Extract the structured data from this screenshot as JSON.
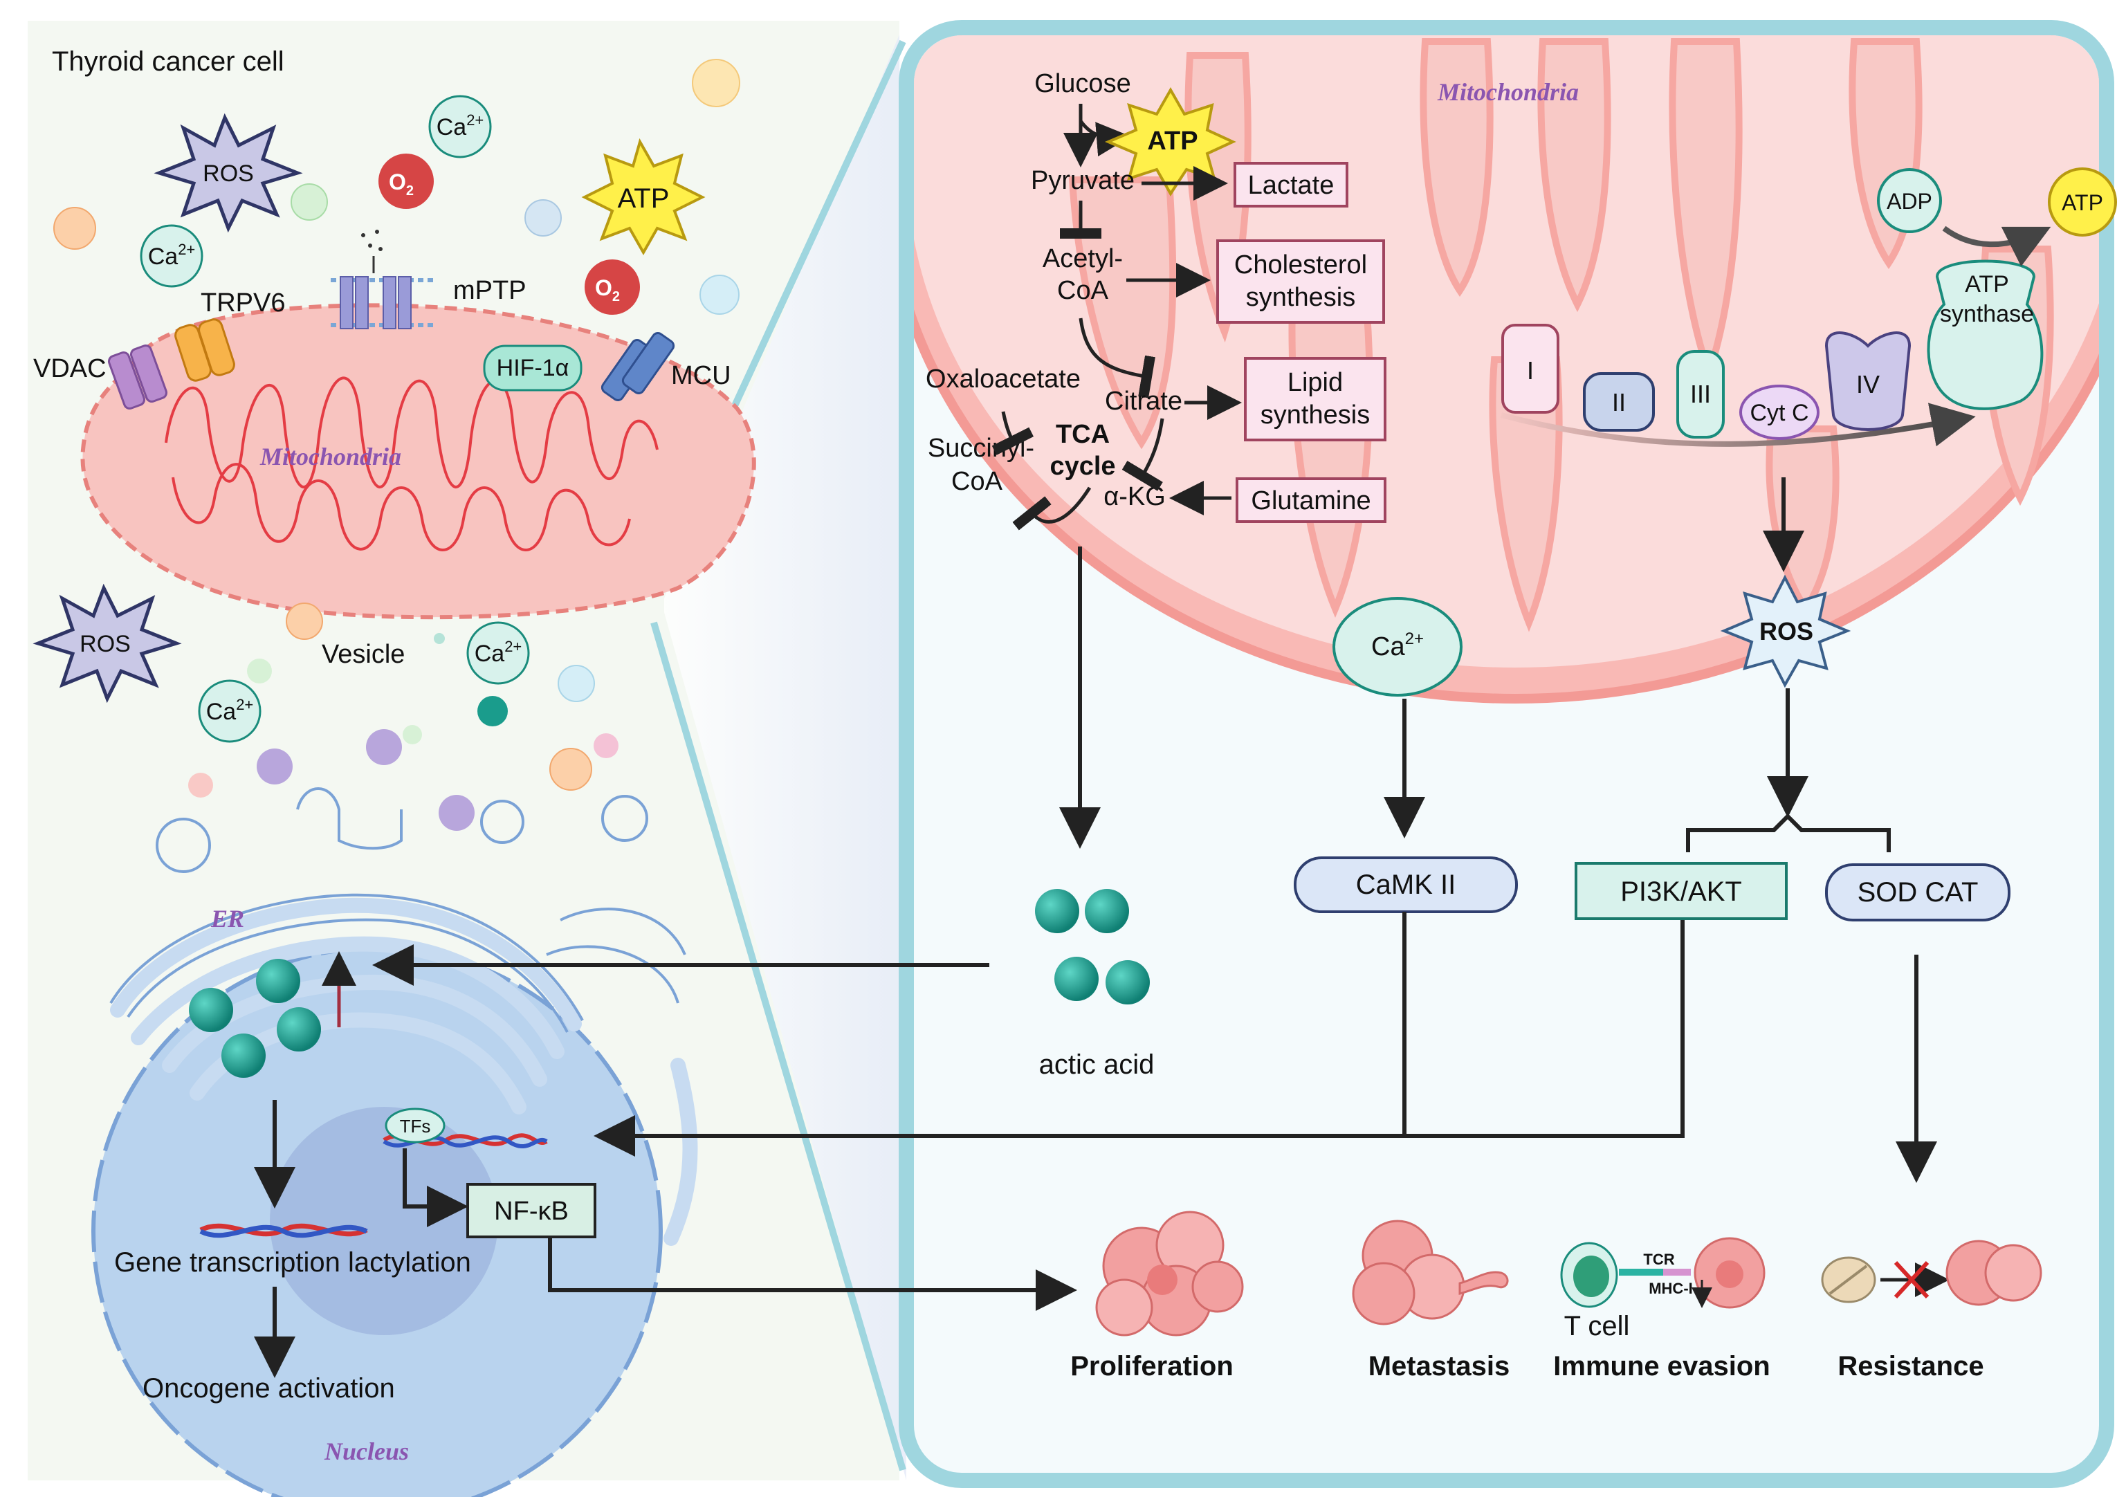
{
  "left": {
    "title": "Thyroid cancer cell",
    "mito_label": "Mitochondria",
    "labels": {
      "ros": "ROS",
      "ca": "Ca",
      "ca_sup": "2+",
      "o2": "O",
      "o2_sub": "2",
      "atp": "ATP",
      "trpv6": "TRPV6",
      "vdac": "VDAC",
      "mptp": "mPTP",
      "hif": "HIF-1α",
      "mcu": "MCU",
      "vesicle": "Vesicle",
      "er": "ER",
      "nucleus": "Nucleus",
      "tfs": "TFs",
      "nfkb": "NF-κB",
      "gene_transcription": "Gene transcription lactylation",
      "oncogene": "Oncogene activation"
    }
  },
  "right": {
    "mito_label": "Mitochondria",
    "glycolysis": {
      "glucose": "Glucose",
      "atp": "ATP",
      "pyruvate": "Pyruvate",
      "lactate": "Lactate",
      "acetyl": "Acetyl-",
      "coa": "CoA",
      "cholesterol_1": "Cholesterol",
      "cholesterol_2": "synthesis",
      "oxaloacetate": "Oxaloacetate",
      "citrate": "Citrate",
      "lipid_1": "Lipid",
      "lipid_2": "synthesis",
      "succinyl": "Succinyl-",
      "succinyl_coa": "CoA",
      "tca_1": "TCA",
      "tca_2": "cycle",
      "akg": "α-KG",
      "glutamine": "Glutamine"
    },
    "etc": {
      "complex_1": "I",
      "complex_2": "II",
      "complex_3": "III",
      "cyt_c": "Cyt C",
      "complex_4": "IV",
      "adp": "ADP",
      "atp": "ATP",
      "synthase_1": "ATP",
      "synthase_2": "synthase"
    },
    "ca": "Ca",
    "ca_sup": "2+",
    "ros": "ROS",
    "camk": "CaMK II",
    "pi3k": "PI3K/AKT",
    "sod": "SOD CAT",
    "lactic_acid": "actic acid",
    "outcomes": {
      "proliferation": "Proliferation",
      "metastasis": "Metastasis",
      "immune_evasion": "Immune evasion",
      "resistance": "Resistance",
      "t_cell": "T cell",
      "tcr": "TCR",
      "mhc": "MHC-I"
    }
  },
  "colors": {
    "panel_border": "#9fd6df",
    "mito_fill": "#f8c4c0",
    "mito_membrane": "#e0504f",
    "mito_label": "#8a55b0",
    "teal": "#1a9c8c",
    "teal_light": "#d8f2ec",
    "nucleus": "#c6dcf0",
    "er": "#c7dbf1",
    "box_pink": "#fbe4ee",
    "box_border": "#a0445f",
    "ros_fill": "#c9c8e6",
    "atp_yellow": "#fff04a",
    "arrow": "#222222"
  }
}
